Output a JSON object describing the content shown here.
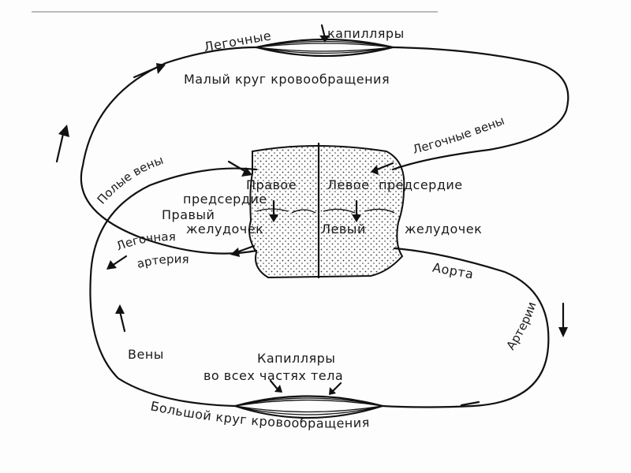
{
  "diagram": {
    "pulmonary_circuit": {
      "capillaries_left": "Легочные",
      "capillaries_right": "капилляры",
      "title": "Малый круг кровообращения",
      "pulmonary_veins": "Легочные вены",
      "pulmonary_artery_line1": "Легочная",
      "pulmonary_artery_line2": "артерия"
    },
    "heart": {
      "right_atrium_line1": "Правое",
      "right_atrium_line2": "предсердие",
      "left_atrium_line1": "Левое",
      "left_atrium_line2": "предсердие",
      "right_ventricle_line1": "Правый",
      "right_ventricle_line2": "желудочек",
      "left_ventricle_line1": "Левый",
      "left_ventricle_line2": "желудочек"
    },
    "systemic_circuit": {
      "venae_cavae": "Полые вены",
      "aorta": "Аорта",
      "arteries": "Артерии",
      "veins": "Вены",
      "capillaries_line1": "Капилляры",
      "capillaries_line2": "во всех частях тела",
      "title": "Большой круг кровообращения"
    },
    "colors": {
      "ink": "#111111",
      "paper": "#fdfdfd"
    }
  }
}
